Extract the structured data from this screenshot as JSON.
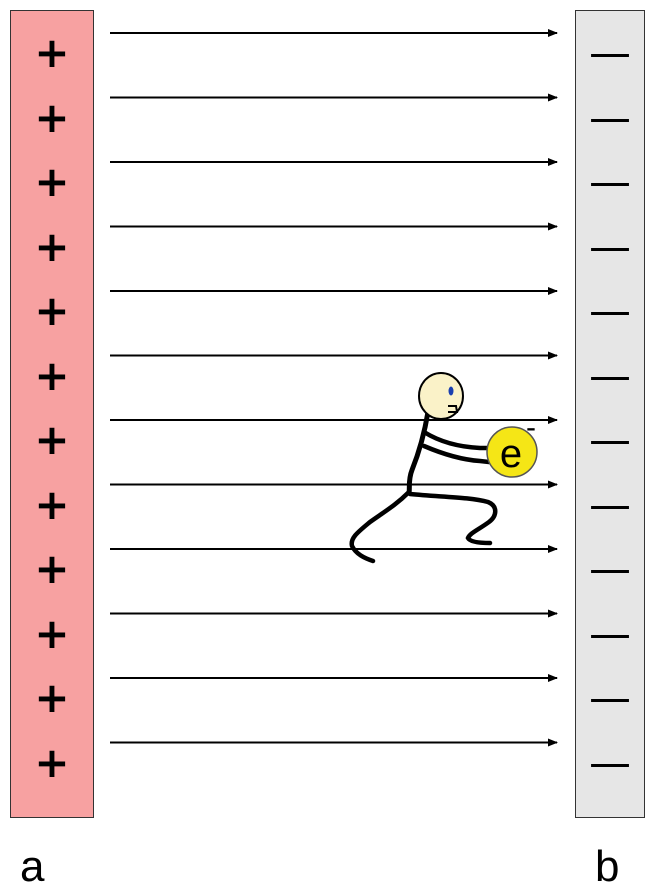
{
  "plates": {
    "left": {
      "label": "a",
      "signs": [
        "+",
        "+",
        "+",
        "+",
        "+",
        "+",
        "+",
        "+",
        "+",
        "+",
        "+",
        "+"
      ]
    },
    "right": {
      "label": "b",
      "signs": [
        "—",
        "—",
        "—",
        "—",
        "—",
        "—",
        "—",
        "—",
        "—",
        "—",
        "—",
        "—"
      ]
    }
  },
  "field_lines": {
    "count": 12,
    "direction": "left-to-right"
  },
  "charge": {
    "symbol": "e",
    "sign": "-"
  },
  "colors": {
    "positive_plate": "#f7a1a1",
    "negative_plate": "#e6e6e6",
    "charge_fill": "#f5e616",
    "figure_head": "#faf2c8"
  }
}
